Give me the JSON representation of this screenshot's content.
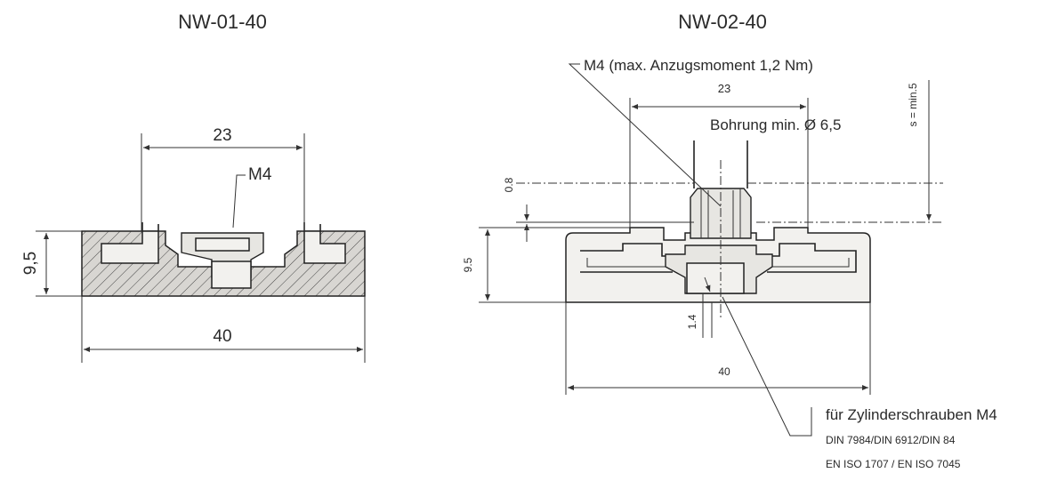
{
  "drawings": {
    "left": {
      "title": "NW-01-40",
      "dim_top": "23",
      "dim_height": "9,5",
      "dim_width": "40",
      "thread_label": "M4"
    },
    "right": {
      "title": "NW-02-40",
      "thread_note": "M4 (max. Anzugsmoment 1,2 Nm)",
      "dim_top": "23",
      "bore_note": "Bohrung min. Ø 6,5",
      "dim_s": "s = min.5",
      "dim_08": "0.8",
      "dim_height": "9.5",
      "dim_14": "1.4",
      "dim_width": "40",
      "screw_note": "für Zylinderschrauben M4",
      "standard_1": "DIN 7984/DIN 6912/DIN 84",
      "standard_2": "EN ISO 1707 / EN ISO 7045"
    }
  }
}
